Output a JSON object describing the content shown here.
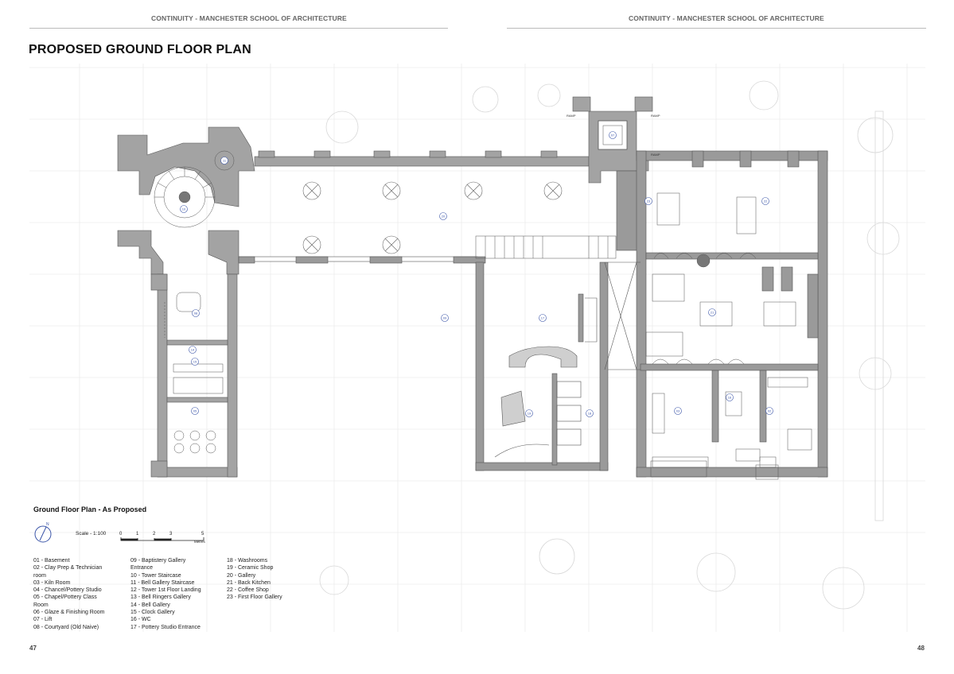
{
  "header": {
    "left_running_title": "CONTINUITY - MANCHESTER SCHOOL OF ARCHITECTURE",
    "right_running_title": "CONTINUITY - MANCHESTER SCHOOL OF ARCHITECTURE"
  },
  "page_title": "PROPOSED GROUND FLOOR PLAN",
  "plan": {
    "subtitle": "Ground Floor Plan - As Proposed",
    "scale_label": "Scale - 1:100",
    "scale_ticks": [
      "0",
      "1",
      "2",
      "3",
      "5"
    ],
    "scale_unit": "Metres",
    "north_label": "N",
    "ramp_label": "RAMP",
    "room_tags": [
      "07",
      "10",
      "11",
      "20",
      "23",
      "22",
      "21",
      "08",
      "09",
      "17",
      "19",
      "18",
      "14",
      "15",
      "16",
      "03",
      "02",
      "05"
    ],
    "colors": {
      "wall": "#9e9e9e",
      "wall_dark": "#7a7a7a",
      "line": "#444444",
      "grid": "#e9e9e9",
      "tag": "#3b55a8",
      "ghost": "#dcdcdc"
    }
  },
  "legend": {
    "col1": [
      "01 - Basement",
      "02 - Clay Prep & Technician",
      "room",
      "03 - Kiln Room",
      "04 - Chancel/Pottery Studio",
      "05 - Chapel/Pottery Class",
      "Room",
      "06 - Glaze & Finishing Room",
      "07 - Lift",
      "08 - Courtyard (Old Naive)"
    ],
    "col2": [
      "09 - Baptistery Gallery",
      "Entrance",
      "10 - Tower Staircase",
      "11 - Bell Gallery Staircase",
      "12 - Tower 1st Floor Landing",
      "13 - Bell Ringers Gallery",
      "14 - Bell Gallery",
      "15 - Clock Gallery",
      "16 - WC",
      "17 - Pottery Studio Entrance"
    ],
    "col3": [
      "18 - Washrooms",
      "19 - Ceramic Shop",
      "20 - Gallery",
      "21 - Back Kitchen",
      "22 - Coffee Shop",
      "23 - First Floor Gallery"
    ]
  },
  "footer": {
    "left_page_number": "47",
    "right_page_number": "48"
  }
}
